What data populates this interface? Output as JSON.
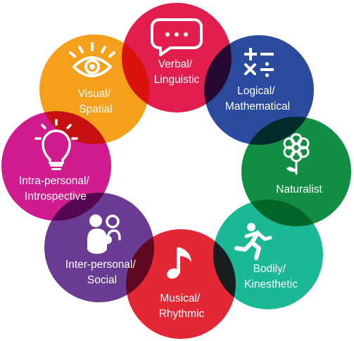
{
  "intelligences": [
    {
      "id": "verbal",
      "lines": [
        "Verbal/",
        "Linguistic"
      ],
      "color": "#e21e4f",
      "icon": "speech-bubble-icon"
    },
    {
      "id": "logical",
      "lines": [
        "Logical/",
        "Mathematical"
      ],
      "color": "#2a4b9d",
      "icon": "math-operators-icon"
    },
    {
      "id": "naturalist",
      "lines": [
        "Naturalist"
      ],
      "color": "#118d44",
      "icon": "flower-icon"
    },
    {
      "id": "bodily",
      "lines": [
        "Bodily/",
        "Kinesthetic"
      ],
      "color": "#1ab894",
      "icon": "running-person-icon"
    },
    {
      "id": "musical",
      "lines": [
        "Musical/",
        "Rhythmic"
      ],
      "color": "#e32735",
      "icon": "music-note-icon"
    },
    {
      "id": "interpersonal",
      "lines": [
        "Inter-personal/",
        "Social"
      ],
      "color": "#6a3b93",
      "icon": "people-icon"
    },
    {
      "id": "intrapersonal",
      "lines": [
        "Intra-personal/",
        "Introspective"
      ],
      "color": "#cf1b8d",
      "icon": "light-bulb-icon"
    },
    {
      "id": "visual",
      "lines": [
        "Visual/",
        "Spatial"
      ],
      "color": "#f5a01c",
      "icon": "eye-icon"
    }
  ]
}
